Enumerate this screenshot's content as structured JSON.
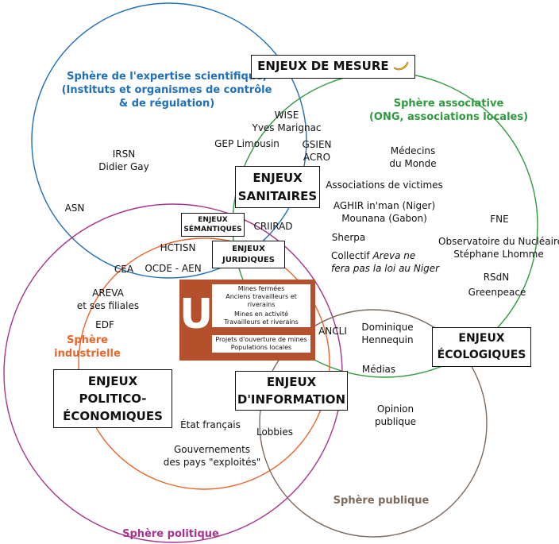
{
  "colors": {
    "expertise": "#1f6fb8",
    "associative": "#2e9a3e",
    "industrial": "#e8652a",
    "political": "#a7338f",
    "public": "#7d6a5c",
    "mines": "#b5502c"
  },
  "spheres": {
    "expertise": {
      "line1": "Sphère de l'expertise scientifique,",
      "line2": "(Instituts et organismes de contrôle",
      "line3": "& de régulation)"
    },
    "associative": {
      "line1": "Sphère associative",
      "line2": "(ONG, associations locales)"
    },
    "industrial": {
      "line1": "Sphère",
      "line2": "industrielle"
    },
    "political": {
      "label": "Sphère politique"
    },
    "public": {
      "label": "Sphère publique"
    }
  },
  "issues": {
    "mesure": "ENJEUX DE MESURE",
    "mesure_icon": "banana-icon",
    "sanitaires": {
      "line1": "ENJEUX",
      "line2": "SANITAIRES"
    },
    "semantiques": {
      "line1": "ENJEUX",
      "line2": "SÉMANTIQUES"
    },
    "juridiques": {
      "line1": "ENJEUX",
      "line2": "JURIDIQUES"
    },
    "ecologiques": {
      "line1": "ENJEUX",
      "line2": "ÉCOLOGIQUES"
    },
    "politico": {
      "line1": "ENJEUX",
      "line2": "POLITICO-",
      "line3": "ÉCONOMIQUES"
    },
    "information": {
      "line1": "ENJEUX",
      "line2": "D'INFORMATION"
    }
  },
  "mines": {
    "letter": "U",
    "closed": {
      "line1": "Mines fermées",
      "line2": "Anciens travailleurs et riverains"
    },
    "active": {
      "line1": "Mines en activité",
      "line2": "Travailleurs et riverains"
    },
    "projects": {
      "line1": "Projets d'ouverture de mines",
      "line2": "Populations locales"
    }
  },
  "actors": {
    "irsn": {
      "line1": "IRSN",
      "line2": "Didier Gay"
    },
    "asn": "ASN",
    "wise": {
      "line1": "WISE",
      "line2": "Yves Marignac"
    },
    "gep": "GEP Limousin",
    "gsien": {
      "line1": "GSIEN",
      "line2": "ACRO"
    },
    "medecins": {
      "line1": "Médecins",
      "line2": "du Monde"
    },
    "victimes": "Associations de victimes",
    "aghir": {
      "line1": "AGHIR in'man (Niger)",
      "line2": "Mounana (Gabon)"
    },
    "fne": "FNE",
    "criirad": "CRIIRAD",
    "sherpa": "Sherpa",
    "observatoire": {
      "line1": "Observatoire du Nucléaire",
      "line2": "Stéphane Lhomme"
    },
    "collectif": {
      "line1": "Collectif ",
      "line1_italic": "Areva ne",
      "line2": "fera pas la loi au Niger"
    },
    "rsdn": "RSdN",
    "greenpeace": "Greenpeace",
    "hctisn": "HCTISN",
    "cea": "CEA",
    "ocde": "OCDE - AEN",
    "areva": {
      "line1": "AREVA",
      "line2": "et ses filiales"
    },
    "edf": "EDF",
    "ancli": "ANCLI",
    "hennequin": {
      "line1": "Dominique",
      "line2": "Hennequin"
    },
    "medias": "Médias",
    "opinion": {
      "line1": "Opinion",
      "line2": "publique"
    },
    "etat": "État français",
    "lobbies": "Lobbies",
    "gouvernements": {
      "line1": "Gouvernements",
      "line2": "des pays \"exploités\""
    }
  }
}
